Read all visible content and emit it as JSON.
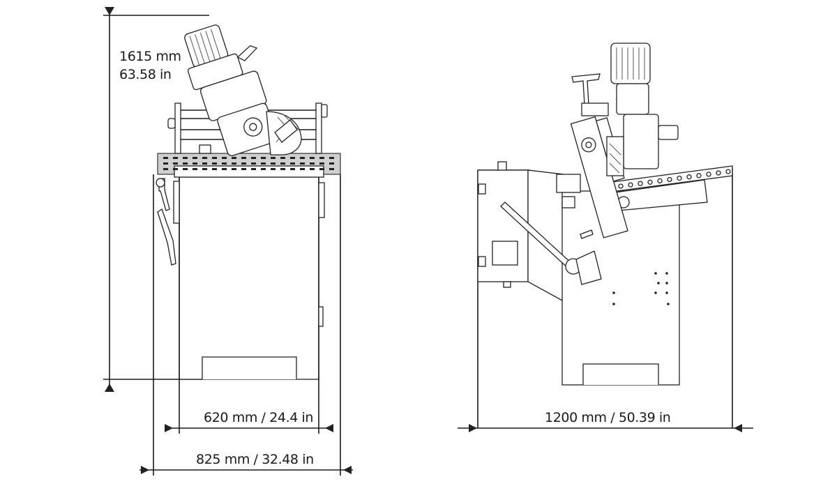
{
  "dimensions": {
    "height_mm": "1615 mm",
    "height_in": "63.58 in",
    "inner_width": "620 mm / 24.4 in",
    "outer_width": "825 mm / 32.48 in",
    "side_depth": "1200 mm / 50.39 in"
  },
  "colors": {
    "line": "#1a1a1a",
    "grey_fill": "#cfcfcf",
    "background": "#ffffff"
  }
}
